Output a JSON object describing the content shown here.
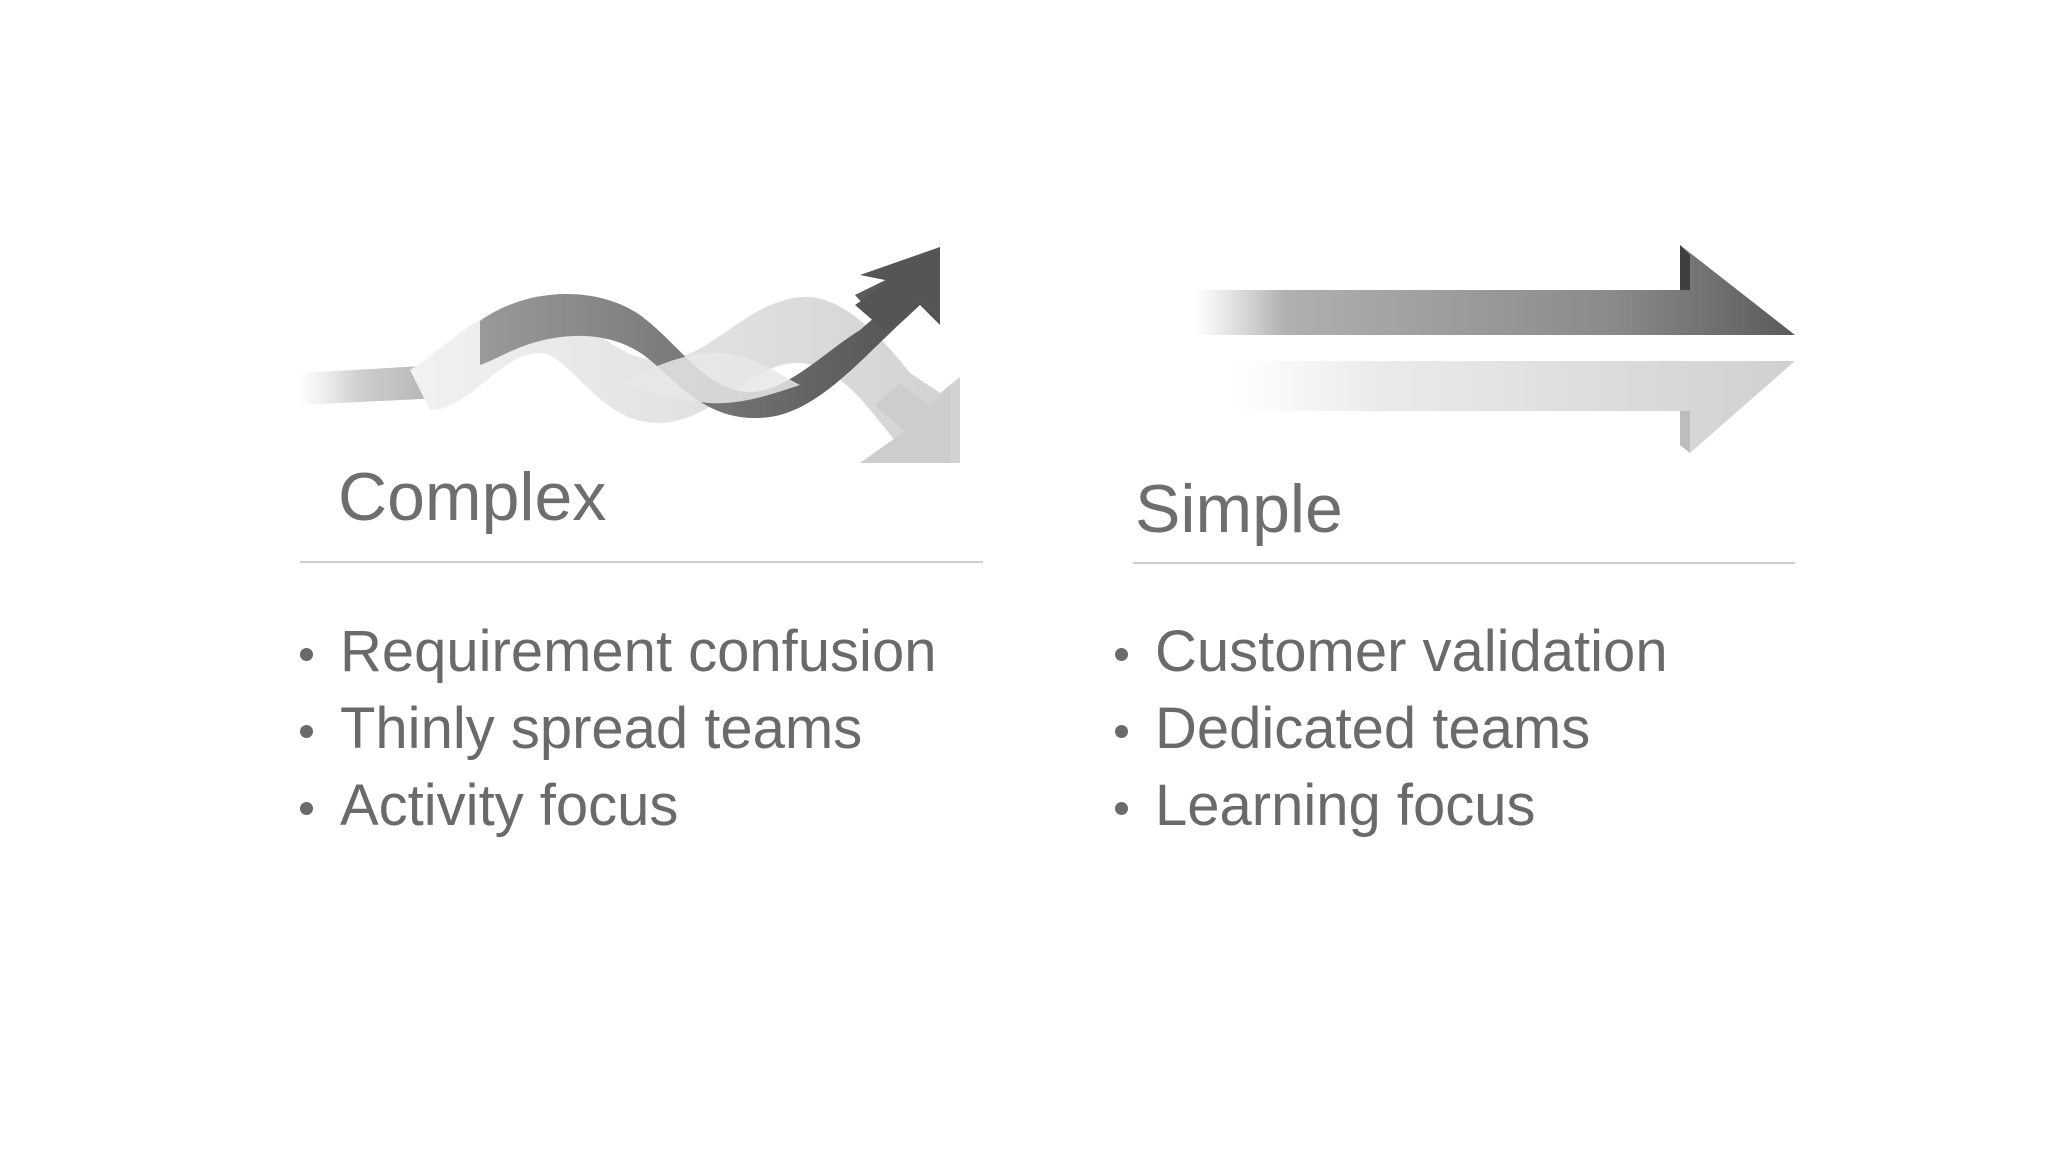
{
  "complex": {
    "heading": "Complex",
    "bullets": [
      "Requirement confusion",
      "Thinly spread teams",
      "Activity focus"
    ]
  },
  "simple": {
    "heading": "Simple",
    "bullets": [
      "Customer validation",
      "Dedicated teams",
      "Learning focus"
    ]
  },
  "colors": {
    "text": "#6a6a6a",
    "divider": "#cfcfcf",
    "arrow_dark": "#5e5e5e",
    "arrow_mid": "#8a8a8a",
    "arrow_light": "#d8d8d8"
  },
  "icons": {
    "complex": "twisted-arrows-icon",
    "simple": "parallel-arrows-icon"
  }
}
